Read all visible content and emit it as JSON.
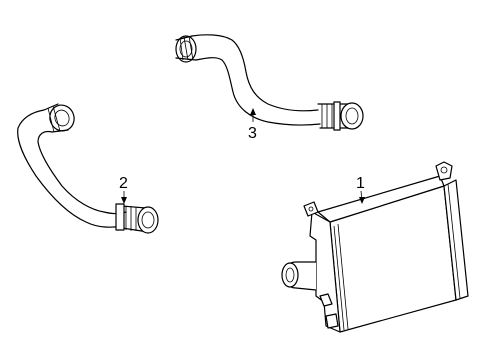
{
  "diagram": {
    "callouts": [
      {
        "id": "1",
        "label": "1"
      },
      {
        "id": "2",
        "label": "2"
      },
      {
        "id": "3",
        "label": "3"
      }
    ],
    "parts": [
      {
        "callout": "1",
        "shape": "intercooler-radiator"
      },
      {
        "callout": "2",
        "shape": "intercooler-hose-lower"
      },
      {
        "callout": "3",
        "shape": "intercooler-hose-upper"
      }
    ]
  }
}
